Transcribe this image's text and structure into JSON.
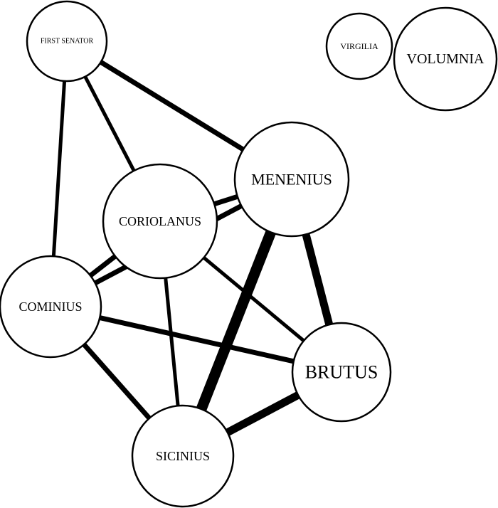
{
  "network": {
    "nodes": [
      {
        "id": "first-senator",
        "label": "FIRST SENATOR"
      },
      {
        "id": "virgilia",
        "label": "VIRGILIA"
      },
      {
        "id": "volumnia",
        "label": "VOLUMNIA"
      },
      {
        "id": "menenius",
        "label": "MENENIUS"
      },
      {
        "id": "coriolanus",
        "label": "CORIOLANUS"
      },
      {
        "id": "cominius",
        "label": "COMINIUS"
      },
      {
        "id": "brutus",
        "label": "BRUTUS"
      },
      {
        "id": "sicinius",
        "label": "SICINIUS"
      }
    ],
    "edges": [
      {
        "source": "first-senator",
        "target": "cominius",
        "weight": 2
      },
      {
        "source": "first-senator",
        "target": "coriolanus",
        "weight": 2
      },
      {
        "source": "first-senator",
        "target": "menenius",
        "weight": 3
      },
      {
        "source": "coriolanus",
        "target": "menenius",
        "weight": 3
      },
      {
        "source": "cominius",
        "target": "coriolanus",
        "weight": 3
      },
      {
        "source": "cominius",
        "target": "menenius",
        "weight": 3
      },
      {
        "source": "coriolanus",
        "target": "brutus",
        "weight": 2
      },
      {
        "source": "coriolanus",
        "target": "sicinius",
        "weight": 2
      },
      {
        "source": "cominius",
        "target": "brutus",
        "weight": 3
      },
      {
        "source": "cominius",
        "target": "sicinius",
        "weight": 3
      },
      {
        "source": "menenius",
        "target": "sicinius",
        "weight": 5
      },
      {
        "source": "menenius",
        "target": "brutus",
        "weight": 4
      },
      {
        "source": "sicinius",
        "target": "brutus",
        "weight": 4
      }
    ]
  }
}
